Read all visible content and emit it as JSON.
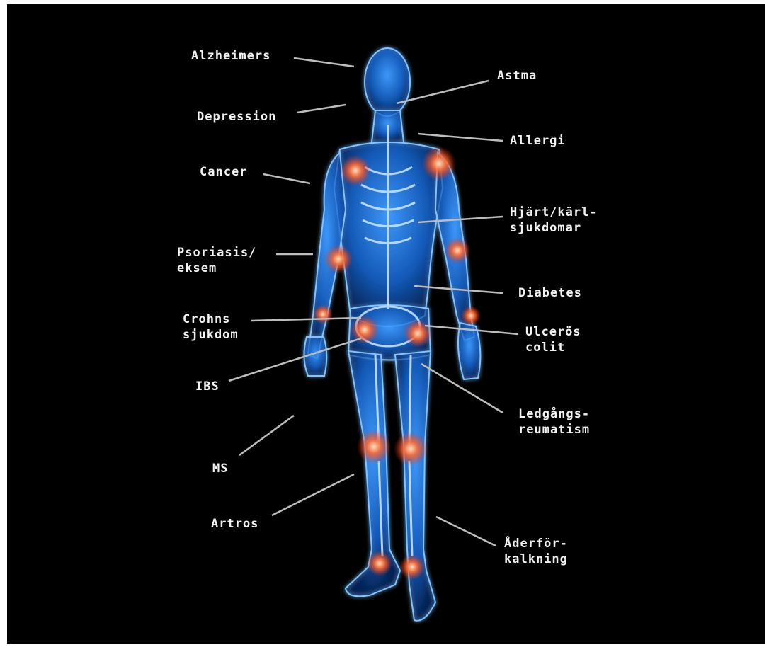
{
  "colors": {
    "background": "#000000",
    "body_glow": "#1e7de0",
    "joint_highlight": "#ff5a2a",
    "label_text": "#f2f2f2",
    "leader_line": "#bdbdbd"
  },
  "labels": {
    "alzheimers": "Alzheimers",
    "depression": "Depression",
    "cancer": "Cancer",
    "psoriasis": "Psoriasis/\neksem",
    "crohns": "Crohns\nsjukdom",
    "ibs": "IBS",
    "ms": "MS",
    "artros": "Artros",
    "astma": "Astma",
    "allergi": "Allergi",
    "hjart": "Hjärt/kärl-\nsjukdomar",
    "diabetes": "Diabetes",
    "ulcerös": "Ulcerös\ncolit",
    "ledgangs": "Ledgångs-\nreumatism",
    "aderforkalkning": "Åderför-\nkalkning"
  }
}
